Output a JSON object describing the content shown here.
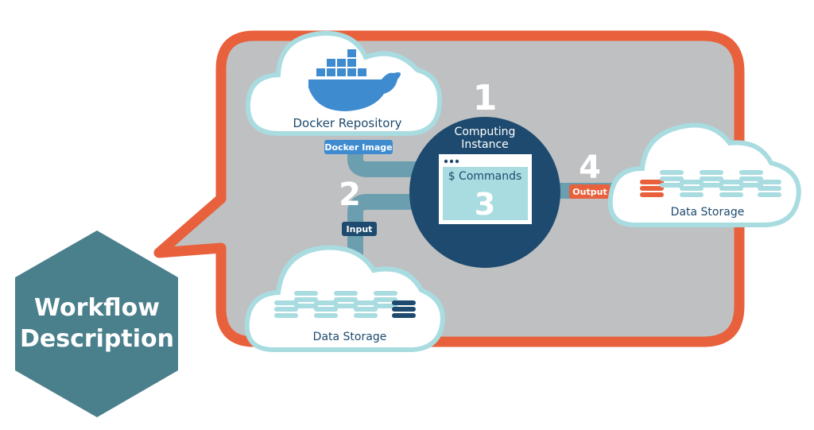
{
  "colors": {
    "frame_border": "#E8603C",
    "frame_fill": "#BFC0C2",
    "cloud_fill": "#FFFFFF",
    "cloud_stroke": "#A9DCE0",
    "instance_dark": "#1D4A6E",
    "hexagon": "#4A7F8C",
    "pipe": "#6B9FAF",
    "screen": "#A9DCE0",
    "docker_blue": "#3E8BD0",
    "db_light": "#A9DCE0",
    "db_dark": "#1D4A6E",
    "db_red": "#E8603C"
  },
  "hexagon": {
    "line1": "Workflow",
    "line2": "Description"
  },
  "docker_repo": {
    "label": "Docker Repository",
    "icon": "docker-whale-icon"
  },
  "tags": {
    "docker_image": "Docker Image",
    "input": "Input",
    "output": "Output"
  },
  "computing": {
    "line1": "Computing",
    "line2": "Instance",
    "commands": "$ Commands"
  },
  "steps": {
    "one": "1",
    "two": "2",
    "three": "3",
    "four": "4"
  },
  "storage_input": {
    "label": "Data Storage",
    "icon": "database-icon"
  },
  "storage_output": {
    "label": "Data Storage",
    "icon": "database-icon"
  }
}
